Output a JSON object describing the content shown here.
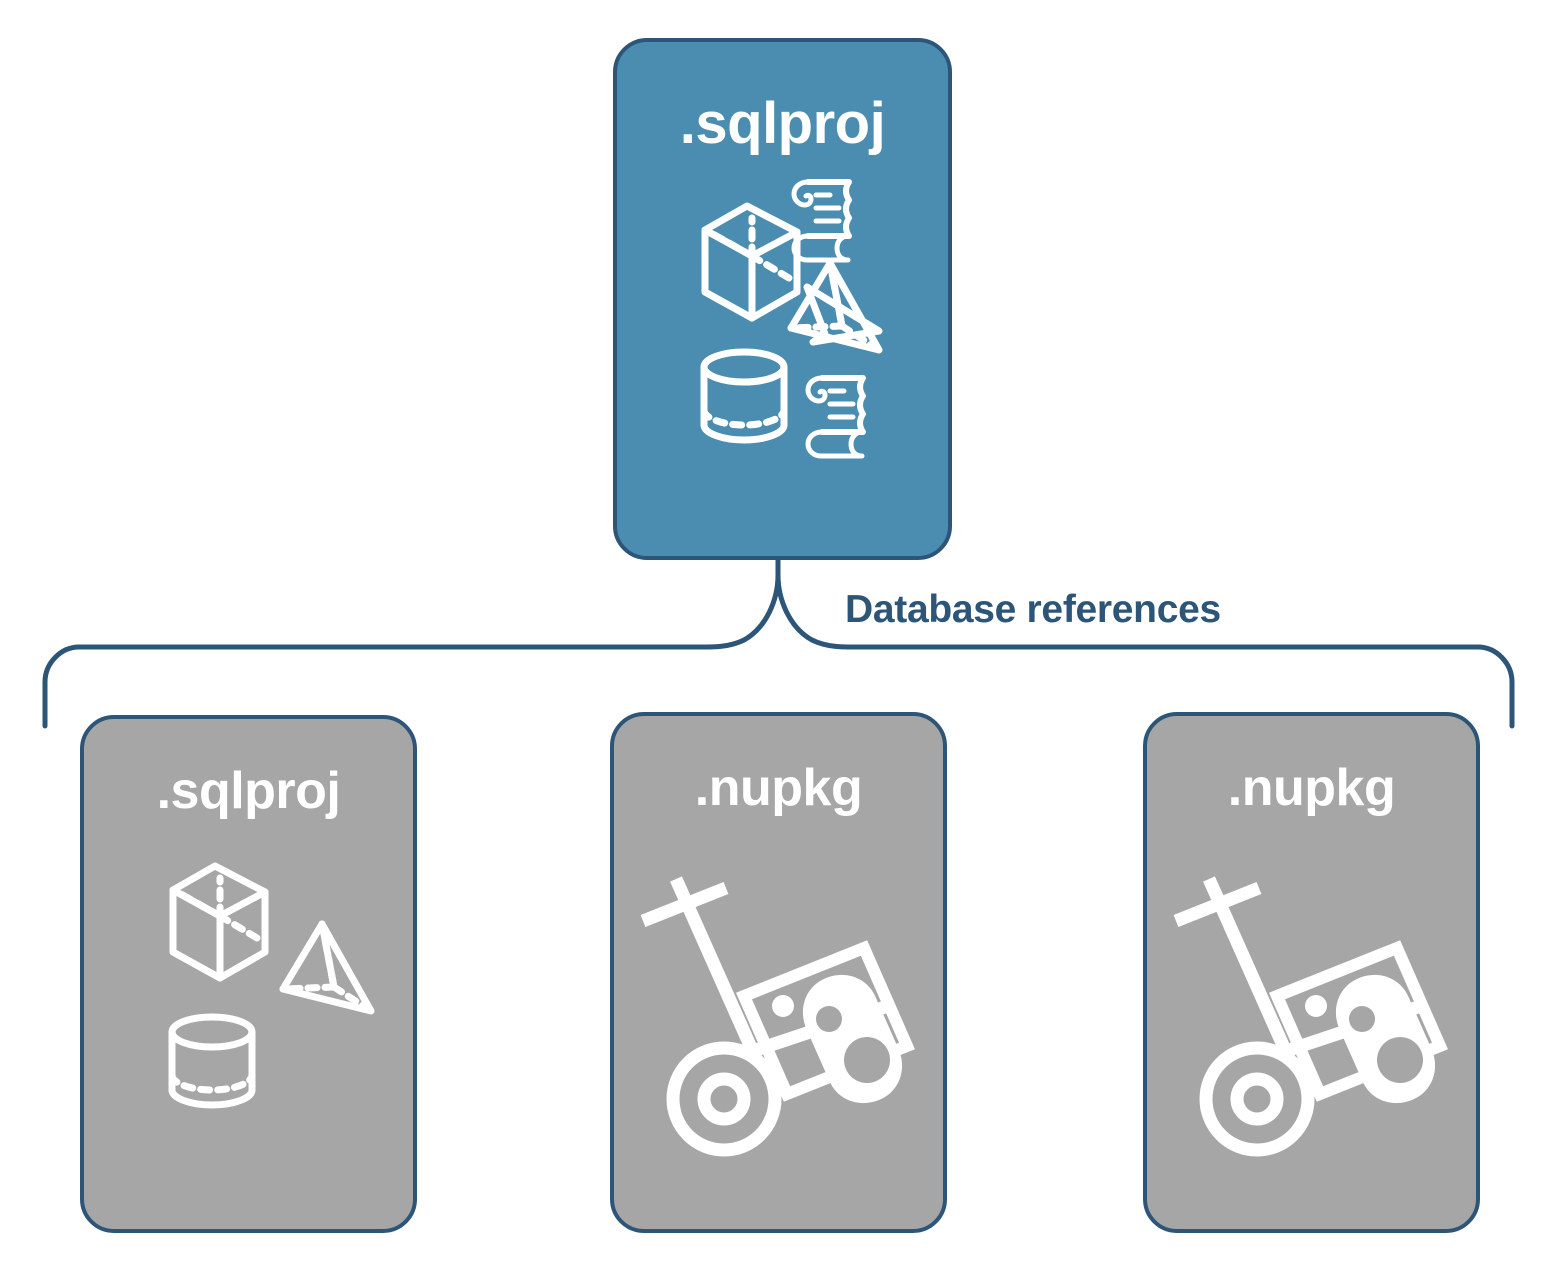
{
  "diagram": {
    "title_text": "Database references",
    "colors": {
      "primary_fill": "#4A8DB0",
      "secondary_fill": "#A6A6A6",
      "stroke": "#2C5578",
      "label": "#2C5578",
      "icon": "#FFFFFF",
      "background": "#FFFFFF"
    },
    "nodes": {
      "root": {
        "label": ".sqlproj",
        "icons": [
          "cube-icon",
          "scroll-icon",
          "pyramid-icon",
          "cylinder-icon",
          "scroll-icon"
        ]
      },
      "children": [
        {
          "label": ".sqlproj",
          "icons": [
            "cube-icon",
            "pyramid-icon",
            "cylinder-icon"
          ]
        },
        {
          "label": ".nupkg",
          "icons": [
            "hand-truck-package-icon"
          ]
        },
        {
          "label": ".nupkg",
          "icons": [
            "hand-truck-package-icon"
          ]
        }
      ]
    },
    "connector": {
      "type": "curly-brace",
      "label": "Database references"
    }
  }
}
